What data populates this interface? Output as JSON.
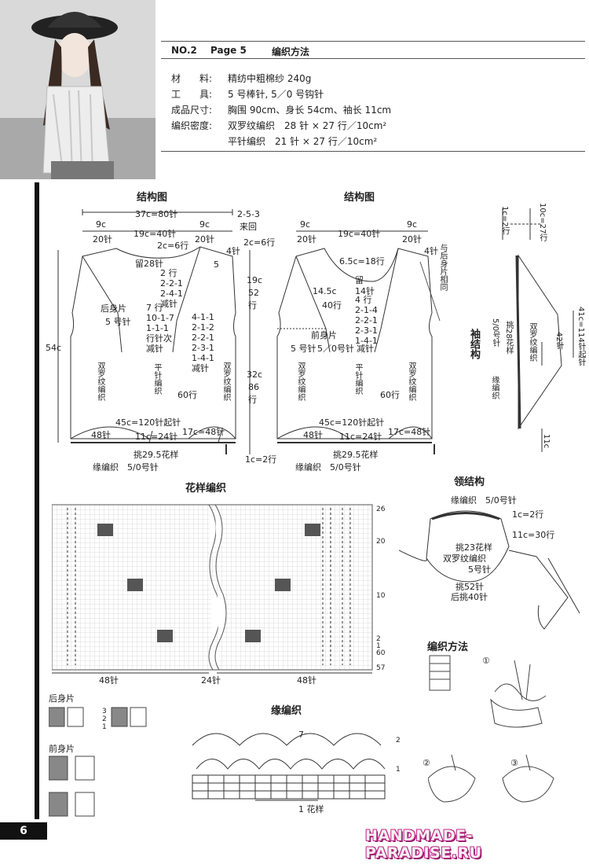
{
  "header": {
    "no": "NO.2",
    "page": "Page 5",
    "method_title": "编织方法",
    "materials_label": "材　　料:",
    "materials_value": "精纺中粗棉纱 240g",
    "tools_label": "工　　具:",
    "tools_value": "5 号棒针, 5／0 号钩针",
    "size_label": "成品尺寸:",
    "size_value": "胸围 90cm、身长 54cm、袖长 11cm",
    "density_label": "编织密度:",
    "density_value_1": "双罗纹编织　28 针 × 27 行／10cm²",
    "density_value_2": "平针编织　21 针 × 27 行／10cm²"
  },
  "back": {
    "title": "结构图",
    "top_width": "37c=80针",
    "shoulder_left": "9c",
    "shoulder_left_st": "20针",
    "neck": "19c=40针",
    "shoulder_right": "9c",
    "shoulder_right_st": "20针",
    "shoulder_slope": "2c=6行",
    "neck_note": "2-5-3",
    "neck_note2": "来回",
    "neck_rows": "4针",
    "leave": "留28针",
    "dec_lines": [
      "2 行",
      "2-2-1",
      "2-4-1",
      "减针"
    ],
    "name": "后身片",
    "needle": "5 号针",
    "dec_lines2": [
      "7 行",
      "10-1-7",
      "1-1-1",
      "行针次",
      "减针"
    ],
    "dec_right": [
      "4-1-1",
      "2-1-2",
      "2-2-1",
      "2-3-1",
      "1-4-1",
      "减针"
    ],
    "rib_left": "双罗纹编织",
    "flat": "平针编织",
    "rib_right": "双罗纹编织",
    "rows_60": "60行",
    "height": "54c",
    "cast_on": "45c=120针起针",
    "bottom_left": "48针",
    "bottom_mid": "11c=24针",
    "bottom_right": "17c=48针",
    "pickup": "挑29.5花样",
    "edge": "缘编织　5/0号针",
    "h_19": "19c",
    "h_52": "52",
    "h_row": "行",
    "h_32": "32c",
    "h_86": "86",
    "h_row2": "行",
    "h_edge": "1c=2行",
    "h_2c": "2c=6行",
    "side_5": "5"
  },
  "front": {
    "title": "结构图",
    "shoulder_left": "9c",
    "shoulder_left_st": "20针",
    "neck": "19c=40针",
    "shoulder_right": "9c",
    "shoulder_right_st": "20针",
    "neck_depth": "6.5c=18行",
    "neck_right": "4针",
    "leave": "留",
    "leave2": "14针",
    "neck_side": "14.5c",
    "neck_rows": "40行",
    "dec_lines": [
      "4 行",
      "2-1-4",
      "2-2-1",
      "2-3-1",
      "1-4-1",
      "减针"
    ],
    "name": "前身片",
    "needle": "5 号针",
    "needle2": "5／0号针",
    "dec": "减针",
    "rib_left": "双罗纹编织",
    "flat": "平针编织",
    "rib_right": "双罗纹编织",
    "rows_60": "60行",
    "same": "与后身片相同",
    "cast_on": "45c=120针起针",
    "bottom_left": "48针",
    "bottom_mid": "11c=24针",
    "bottom_right": "17c=48针",
    "pickup": "挑29.5花样",
    "edge": "缘编织　5/0号针"
  },
  "sleeve": {
    "title": "袖结构",
    "top": "1c=2行",
    "h": "10c=27行",
    "right": "41c=114针起针",
    "mid": "42针",
    "rib": "双罗纹编织",
    "needle": "5/0号针",
    "pick": "挑28花样",
    "edge": "缘编织",
    "bottom": "11c"
  },
  "pattern": {
    "title": "花样编织",
    "row_labels": [
      "26",
      "20",
      "10",
      "2",
      "1",
      "60",
      "57"
    ],
    "bottom_left": "48针",
    "bottom_mid": "24针",
    "bottom_right": "48针"
  },
  "collar": {
    "title": "领结构",
    "edge": "缘编织　5/0号针",
    "right1": "1c=2行",
    "right2": "11c=30行",
    "pick": "挑23花样",
    "rib": "双罗纹编织",
    "needle": "5号针",
    "pick2": "挑52针",
    "back": "后挑40针"
  },
  "method": {
    "title": "编织方法",
    "steps": [
      "①",
      "②",
      "③"
    ]
  },
  "symbols": {
    "back_label": "后身片",
    "front_label": "前身片",
    "row_nums": [
      "3",
      "2",
      "1"
    ]
  },
  "edging": {
    "title": "缘编织",
    "seven": "7",
    "row2": "2",
    "row1": "1",
    "repeat": "1 花样"
  },
  "footer": {
    "page_number": "6",
    "watermark": "HANDMADE-PARADISE.RU"
  }
}
